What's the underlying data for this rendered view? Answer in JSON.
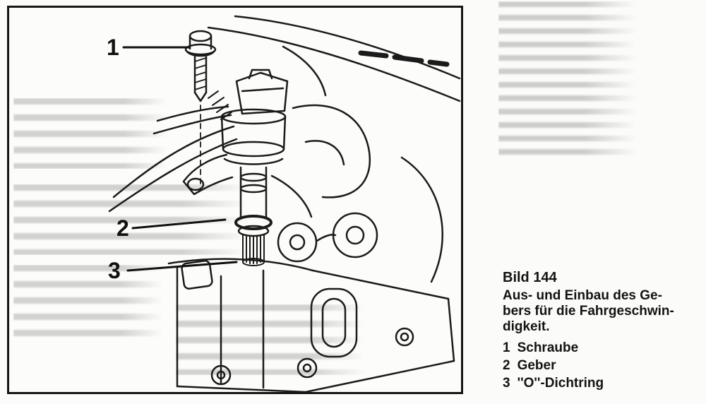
{
  "figure": {
    "callouts": [
      {
        "n": "1"
      },
      {
        "n": "2"
      },
      {
        "n": "3"
      }
    ]
  },
  "caption": {
    "title": "Bild 144",
    "lines": [
      "Aus- und Einbau des Ge-",
      "bers für die Fahrgeschwin-",
      "digkeit."
    ],
    "items": [
      {
        "num": "1",
        "label": "Schraube"
      },
      {
        "num": "2",
        "label": "Geber"
      },
      {
        "num": "3",
        "label": "''O''-Dichtring"
      }
    ]
  }
}
